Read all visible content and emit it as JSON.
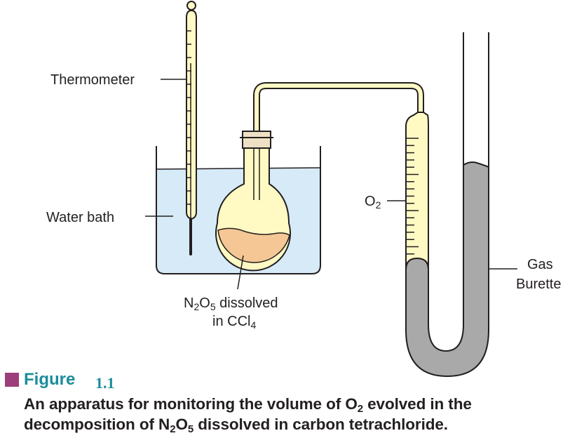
{
  "figure": {
    "word": "Figure",
    "number": "1.1",
    "caption": {
      "line1": {
        "pre": "An apparatus for monitoring the volume of O",
        "sub": "2",
        "post": " evolved in the"
      },
      "line2": {
        "pre": "decomposition of N",
        "sub1": "2",
        "mid": "O",
        "sub2": "5",
        "post": " dissolved in carbon tetrachloride."
      }
    }
  },
  "labels": {
    "thermometer": "Thermometer",
    "water_bath": "Water bath",
    "solution": {
      "n": "N",
      "n_sub": "2",
      "o": "O",
      "o_sub": "5",
      "rest": " dissolved",
      "line2_pre": "in CCl",
      "line2_sub": "4"
    },
    "oxygen": {
      "symbol": "O",
      "sub": "2"
    },
    "gas": "Gas",
    "burette": "Burette"
  },
  "colors": {
    "outline": "#231f20",
    "glass_yellow": "#fff9c4",
    "stopper": "#ede0c4",
    "water": "#d6eaf8",
    "solution": "#f4c794",
    "mercury_gray": "#a9a9a9",
    "figure_square": "#9b3e79",
    "figure_text": "#1b8d9a"
  },
  "components": [
    "thermometer",
    "water-bath",
    "round-bottom-flask",
    "stopper",
    "delivery-tube",
    "gas-burette",
    "u-tube-manometer"
  ]
}
